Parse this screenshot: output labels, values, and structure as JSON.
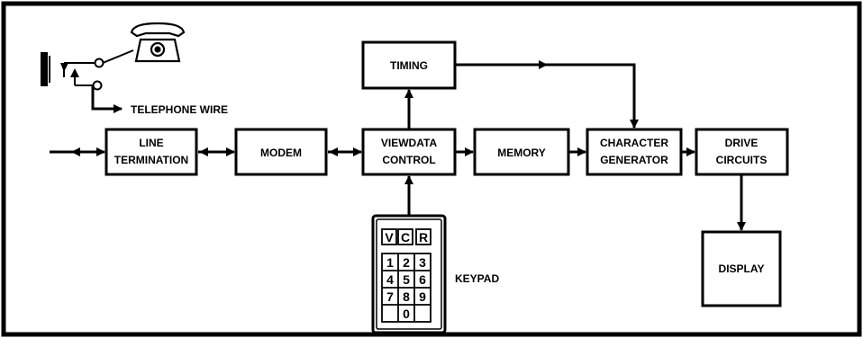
{
  "blocks": {
    "timing": "TIMING",
    "line_termination": [
      "LINE",
      "TERMINATION"
    ],
    "modem": "MODEM",
    "viewdata_control": [
      "VIEWDATA",
      "CONTROL"
    ],
    "memory": "MEMORY",
    "character_generator": [
      "CHARACTER",
      "GENERATOR"
    ],
    "drive_circuits": [
      "DRIVE",
      "CIRCUITS"
    ],
    "display": "DISPLAY"
  },
  "labels": {
    "telephone_wire": "TELEPHONE WIRE",
    "keypad": "KEYPAD"
  },
  "keypad": {
    "function_keys": [
      "V",
      "C",
      "R"
    ],
    "digit_rows": [
      [
        "1",
        "2",
        "3"
      ],
      [
        "4",
        "5",
        "6"
      ],
      [
        "7",
        "8",
        "9"
      ],
      [
        "",
        "0",
        ""
      ]
    ]
  },
  "icons": [
    "telephone-icon",
    "wall-socket-icon"
  ]
}
